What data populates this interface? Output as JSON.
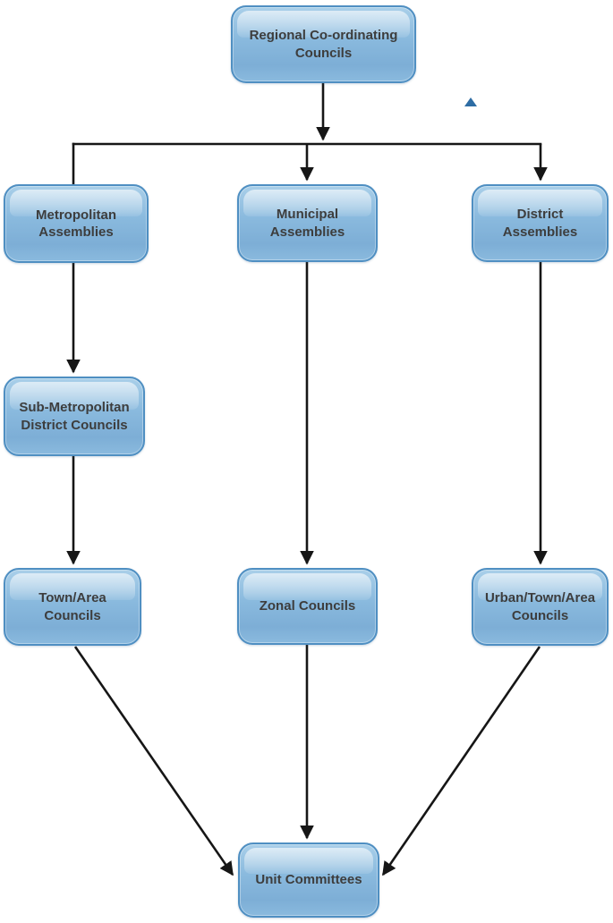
{
  "diagram": {
    "type": "flowchart",
    "direction": "top-down",
    "nodes": [
      {
        "id": "regional-coordinating-councils",
        "label": "Regional Co-ordinating Councils",
        "level": 1
      },
      {
        "id": "metropolitan-assemblies",
        "label": "Metropolitan Assemblies",
        "level": 2
      },
      {
        "id": "municipal-assemblies",
        "label": "Municipal Assemblies",
        "level": 2
      },
      {
        "id": "district-assemblies",
        "label": "District Assemblies",
        "level": 2
      },
      {
        "id": "sub-metropolitan-district-councils",
        "label": "Sub-Metropolitan District Councils",
        "level": 3
      },
      {
        "id": "town-area-councils",
        "label": "Town/Area Councils",
        "level": 4
      },
      {
        "id": "zonal-councils",
        "label": "Zonal Councils",
        "level": 4
      },
      {
        "id": "urban-town-area-councils",
        "label": "Urban/Town/Area Councils",
        "level": 4
      },
      {
        "id": "unit-committees",
        "label": "Unit Committees",
        "level": 5
      }
    ],
    "edges": [
      {
        "from": "regional-coordinating-councils",
        "to": "metropolitan-assemblies"
      },
      {
        "from": "regional-coordinating-councils",
        "to": "municipal-assemblies"
      },
      {
        "from": "regional-coordinating-councils",
        "to": "district-assemblies"
      },
      {
        "from": "metropolitan-assemblies",
        "to": "sub-metropolitan-district-councils"
      },
      {
        "from": "sub-metropolitan-district-councils",
        "to": "town-area-councils"
      },
      {
        "from": "municipal-assemblies",
        "to": "zonal-councils"
      },
      {
        "from": "district-assemblies",
        "to": "urban-town-area-councils"
      },
      {
        "from": "town-area-councils",
        "to": "unit-committees"
      },
      {
        "from": "zonal-councils",
        "to": "unit-committees"
      },
      {
        "from": "urban-town-area-councils",
        "to": "unit-committees"
      }
    ],
    "decorations": [
      {
        "id": "up-triangle-marker",
        "shape": "triangle-up",
        "color": "#2e6da4"
      }
    ],
    "colors": {
      "node_fill_top": "#a9cfe9",
      "node_fill_mid": "#8abade",
      "node_fill_bottom": "#7daed6",
      "node_border": "#4f8fc2",
      "node_text": "#3d3d3d",
      "connector": "#161616",
      "background": "#ffffff",
      "triangle": "#2e6da4"
    }
  }
}
